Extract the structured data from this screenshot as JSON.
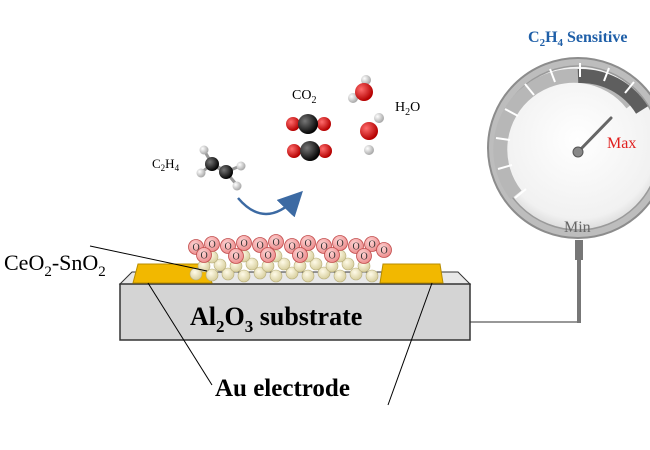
{
  "sensor": {
    "title_main": "C",
    "title_sub": "2",
    "title_main2": "H",
    "title_sub2": "4",
    "title_rest": " Sensitive",
    "title_color": "#1f5fa8",
    "gauge_max_label": "Max",
    "gauge_min_label": "Min",
    "max_color": "#e0201f"
  },
  "reaction": {
    "reactant_label_main": "C",
    "reactant_label_sub1": "2",
    "reactant_label_main2": "H",
    "reactant_label_sub2": "4",
    "product1_main": "CO",
    "product1_sub": "2",
    "product2_main": "H",
    "product2_sub": "2",
    "product2_rest": "O",
    "arrow_color": "#3c6aa3"
  },
  "device": {
    "material_main": "CeO",
    "material_sub1": "2",
    "material_mid": "-SnO",
    "material_sub2": "2",
    "substrate_main": "Al",
    "substrate_sub1": "2",
    "substrate_mid": "O",
    "substrate_sub2": "3",
    "substrate_rest": " substrate",
    "electrode_label": "Au electrode",
    "oxygen_ion_label": "O",
    "electrode_color": "#f2b800",
    "substrate_color": "#d4d4d4"
  }
}
